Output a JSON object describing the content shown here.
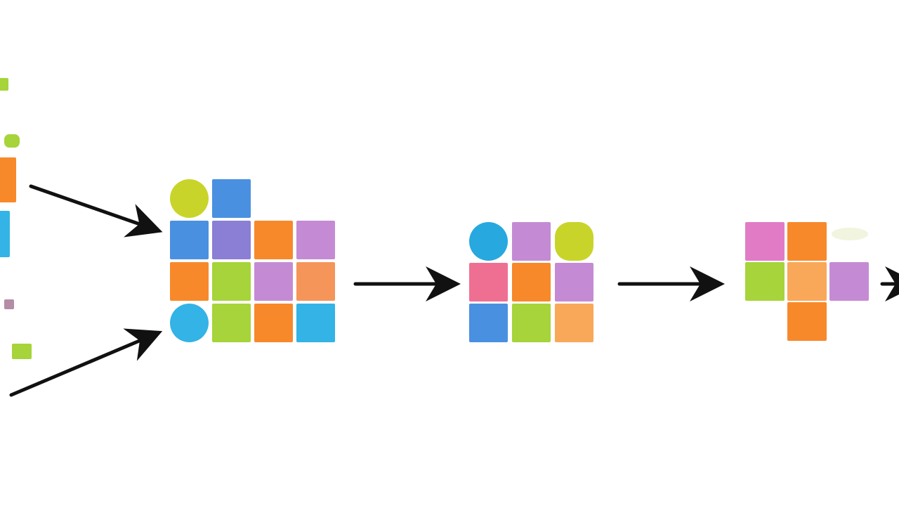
{
  "diagram": {
    "type": "grouping-flow",
    "colors": {
      "lime": "#c9d42a",
      "blue": "#4a90e0",
      "indigo": "#8a7fd4",
      "orange": "#f7892b",
      "violet": "#c48bd4",
      "green": "#a6d43a",
      "salmon": "#f5955a",
      "cyan": "#33b3e6",
      "sky": "#27a8df",
      "pink": "#ef6f93",
      "light_orange": "#f9a85a",
      "magenta": "#e27bc6",
      "dusty_mauve": "#b48ca6",
      "arrow": "#111111"
    },
    "stages": [
      {
        "name": "scattered-sources",
        "items": [
          {
            "shape": "square",
            "color": "green"
          },
          {
            "shape": "rounded",
            "color": "green"
          },
          {
            "shape": "square",
            "color": "orange"
          },
          {
            "shape": "square",
            "color": "cyan"
          },
          {
            "shape": "square",
            "color": "dusty_mauve"
          },
          {
            "shape": "square",
            "color": "green"
          }
        ]
      },
      {
        "name": "merged-grid",
        "rows": [
          [
            {
              "shape": "circle",
              "color": "lime"
            },
            {
              "shape": "square",
              "color": "blue"
            },
            null,
            null
          ],
          [
            {
              "shape": "square",
              "color": "blue"
            },
            {
              "shape": "square",
              "color": "indigo"
            },
            {
              "shape": "square",
              "color": "orange"
            },
            {
              "shape": "square",
              "color": "violet"
            }
          ],
          [
            {
              "shape": "square",
              "color": "orange"
            },
            {
              "shape": "square",
              "color": "green"
            },
            {
              "shape": "square",
              "color": "violet"
            },
            {
              "shape": "square",
              "color": "salmon"
            }
          ],
          [
            {
              "shape": "circle",
              "color": "cyan"
            },
            {
              "shape": "square",
              "color": "green"
            },
            {
              "shape": "square",
              "color": "orange"
            },
            {
              "shape": "square",
              "color": "cyan"
            }
          ]
        ]
      },
      {
        "name": "reduced-grid",
        "rows": [
          [
            {
              "shape": "circle",
              "color": "sky"
            },
            {
              "shape": "square",
              "color": "violet"
            },
            {
              "shape": "rounded",
              "color": "lime"
            }
          ],
          [
            {
              "shape": "square",
              "color": "pink"
            },
            {
              "shape": "square",
              "color": "orange"
            },
            {
              "shape": "square",
              "color": "violet"
            }
          ],
          [
            {
              "shape": "square",
              "color": "blue"
            },
            {
              "shape": "square",
              "color": "green"
            },
            {
              "shape": "square",
              "color": "light_orange"
            }
          ]
        ]
      },
      {
        "name": "final-cluster",
        "rows": [
          [
            {
              "shape": "square",
              "color": "magenta"
            },
            {
              "shape": "square",
              "color": "orange"
            },
            null
          ],
          [
            {
              "shape": "square",
              "color": "green"
            },
            {
              "shape": "square",
              "color": "light_orange"
            },
            {
              "shape": "square",
              "color": "violet"
            }
          ],
          [
            null,
            {
              "shape": "square",
              "color": "orange"
            },
            null
          ]
        ]
      }
    ],
    "connections": [
      {
        "from": "scattered-sources",
        "to": "merged-grid",
        "count": 2
      },
      {
        "from": "merged-grid",
        "to": "reduced-grid",
        "count": 1
      },
      {
        "from": "reduced-grid",
        "to": "final-cluster",
        "count": 1
      },
      {
        "from": "final-cluster",
        "to": "next-stage",
        "count": 1
      }
    ]
  }
}
